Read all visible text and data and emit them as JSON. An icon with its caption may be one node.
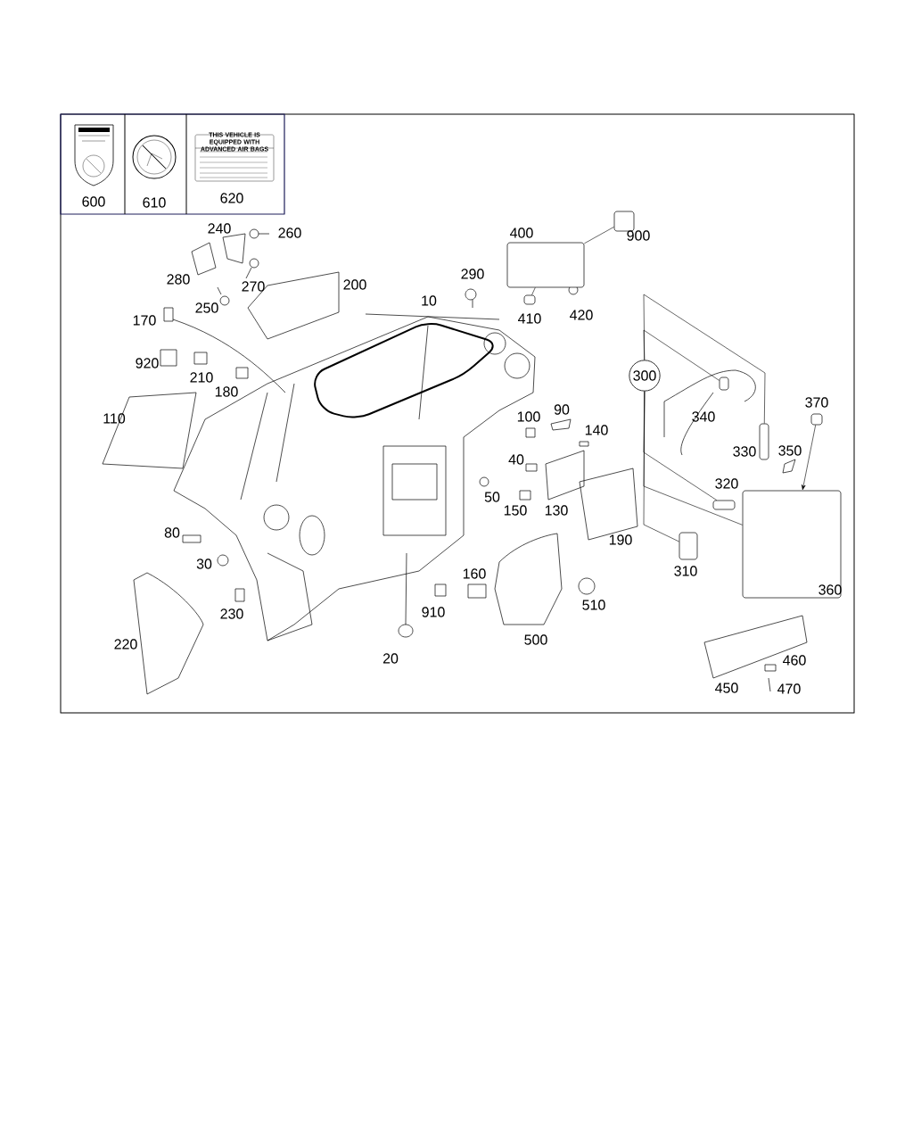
{
  "diagram": {
    "nodes": [
      {
        "text": [
          "300"
        ]
      },
      {
        "text": [],
        "shape": "box"
      },
      {
        "text": [],
        "shape": "box"
      },
      {
        "text": [],
        "shape": "box"
      },
      {
        "text": [],
        "shape": "box"
      },
      {
        "text": [],
        "shape": "box"
      },
      {
        "text": [],
        "shape": "box"
      },
      {
        "text": [],
        "shape": "box"
      },
      {
        "text": [],
        "shape": "box"
      },
      {
        "text": [],
        "shape": "box"
      }
    ],
    "edges": [
      {
        "from": 0,
        "to": 1,
        "arrow": "none"
      },
      {
        "from": 0,
        "to": 2,
        "arrow": "none"
      },
      {
        "from": 0,
        "to": 3,
        "arrow": "none"
      },
      {
        "from": 0,
        "to": 5,
        "arrow": "none"
      },
      {
        "from": 0,
        "to": 4,
        "arrow": "none"
      },
      {
        "from": 6,
        "to": 5,
        "arrow": "to"
      },
      {
        "from": 7,
        "to": 8,
        "arrow": "none"
      },
      {
        "from": 9,
        "to": 7,
        "arrow": "none"
      }
    ],
    "labels": [
      "600",
      "610",
      "620",
      "THIS VEHICLE IS EQUIPPED WITH ADVANCED AIR BAGS",
      "240",
      "260",
      "280",
      "270",
      "250",
      "200",
      "10",
      "290",
      "400",
      "900",
      "410",
      "420",
      "170",
      "920",
      "210",
      "180",
      "110",
      "340",
      "330",
      "370",
      "350",
      "100",
      "90",
      "140",
      "40",
      "50",
      "150",
      "130",
      "190",
      "320",
      "80",
      "30",
      "230",
      "160",
      "910",
      "510",
      "500",
      "310",
      "360",
      "220",
      "20",
      "450",
      "460",
      "470"
    ]
  }
}
